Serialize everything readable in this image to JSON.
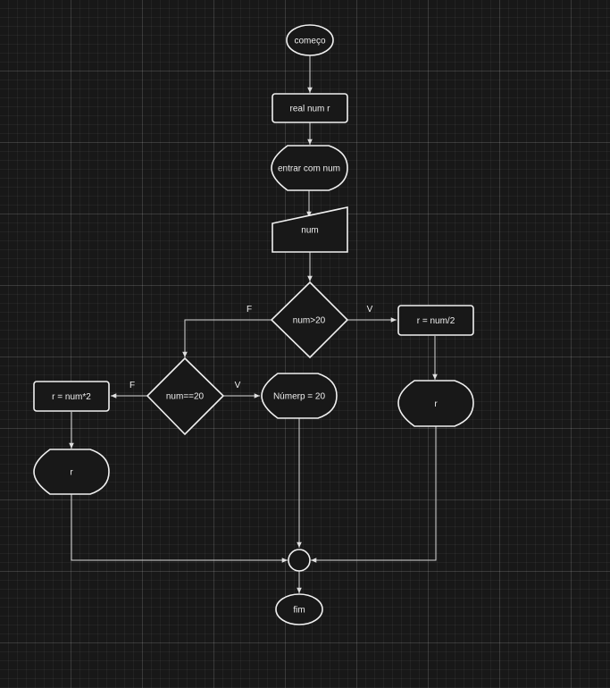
{
  "nodes": {
    "start": "começo",
    "declare": "real num r",
    "input_prompt": "entrar com num",
    "input": "num",
    "decision_gt": "num>20",
    "assign_half": "r = num/2",
    "display_r_right": "r",
    "decision_eq": "num==20",
    "display_eq": "Númerp = 20",
    "assign_double": "r = num*2",
    "display_r_left": "r",
    "end": "fim"
  },
  "edges": {
    "gt_false": "F",
    "gt_true": "V",
    "eq_false": "F",
    "eq_true": "V"
  },
  "colors": {
    "background": "#181818",
    "stroke": "#f0f0f0",
    "text": "#f0f0f0"
  }
}
